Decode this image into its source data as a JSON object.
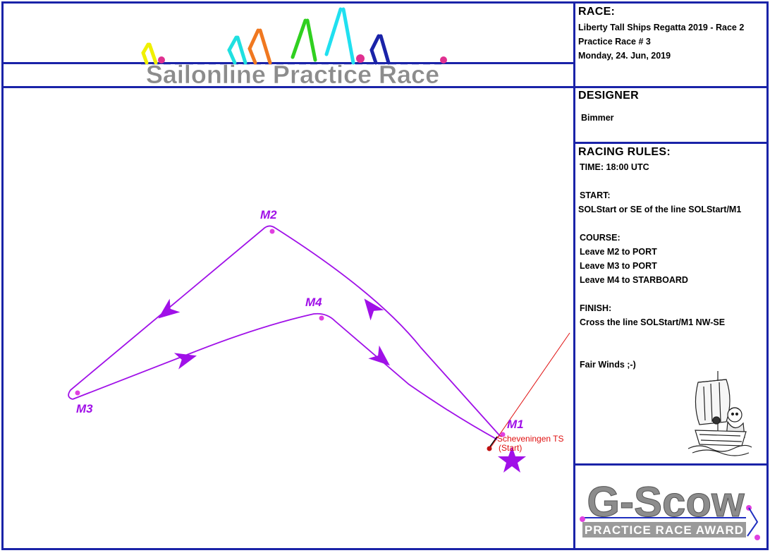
{
  "banner": {
    "title": "Sailonline Practice Race"
  },
  "race": {
    "heading": "RACE:",
    "name": "Liberty Tall Ships Regatta 2019 - Race 2",
    "number": "Practice Race # 3",
    "date": "Monday, 24. Jun, 2019"
  },
  "designer": {
    "heading": "DESIGNER",
    "name": "Bimmer"
  },
  "rules": {
    "heading": "RACING RULES:",
    "lines": [
      "TIME:  18:00 UTC",
      "",
      "START:",
      "SOLStart or SE of the line SOLStart/M1",
      "",
      "COURSE:",
      "Leave M2 to PORT",
      "Leave M3 to PORT",
      "Leave M4 to STARBOARD",
      "",
      "FINISH:",
      "Cross the line SOLStart/M1 NW-SE",
      "",
      "",
      "Fair Winds ;-)"
    ]
  },
  "map": {
    "marks": {
      "m1": "M1",
      "m2": "M2",
      "m3": "M3",
      "m4": "M4"
    },
    "start_label_1": "Scheveningen TS",
    "start_label_2": "(Start)",
    "course_color": "#a010e8",
    "start_color": "#e01010"
  },
  "award": {
    "title": "G-Scow",
    "subtitle": "PRACTICE RACE AWARD"
  },
  "colors": {
    "frame": "#1a23a8",
    "banner_text": "#8c8c8c"
  }
}
